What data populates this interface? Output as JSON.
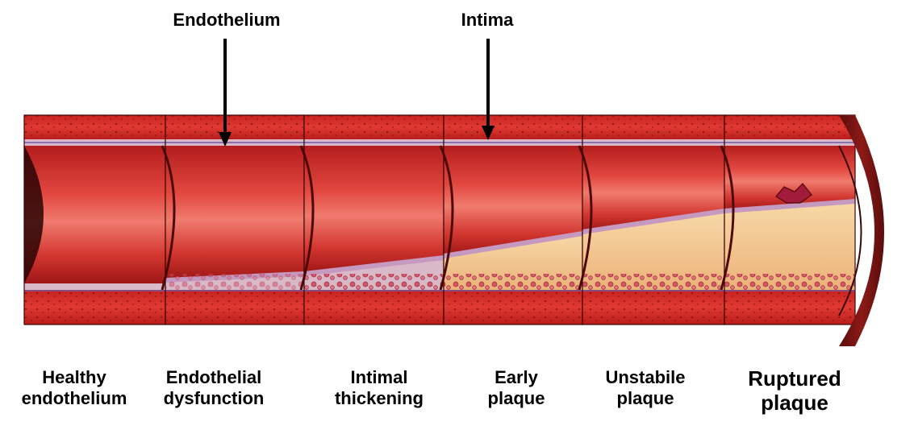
{
  "pointers": {
    "endothelium": "Endothelium",
    "intima": "Intima"
  },
  "stages": [
    {
      "line1": "Healthy",
      "line2": "endothelium"
    },
    {
      "line1": "Endothelial",
      "line2": "dysfunction"
    },
    {
      "line1": "Intimal",
      "line2": "thickening"
    },
    {
      "line1": "Early",
      "line2": "plaque"
    },
    {
      "line1": "Unstabile",
      "line2": "plaque"
    },
    {
      "line1": "Ruptured",
      "line2": "plaque"
    }
  ],
  "colors": {
    "vessel_wall": "#d8322f",
    "lumen_dark": "#b71f1f",
    "lumen_light": "#f06a63",
    "intima_layer": "#d9b9c8",
    "plaque_core": "#f3c891",
    "cut_face": "#7a1412"
  }
}
